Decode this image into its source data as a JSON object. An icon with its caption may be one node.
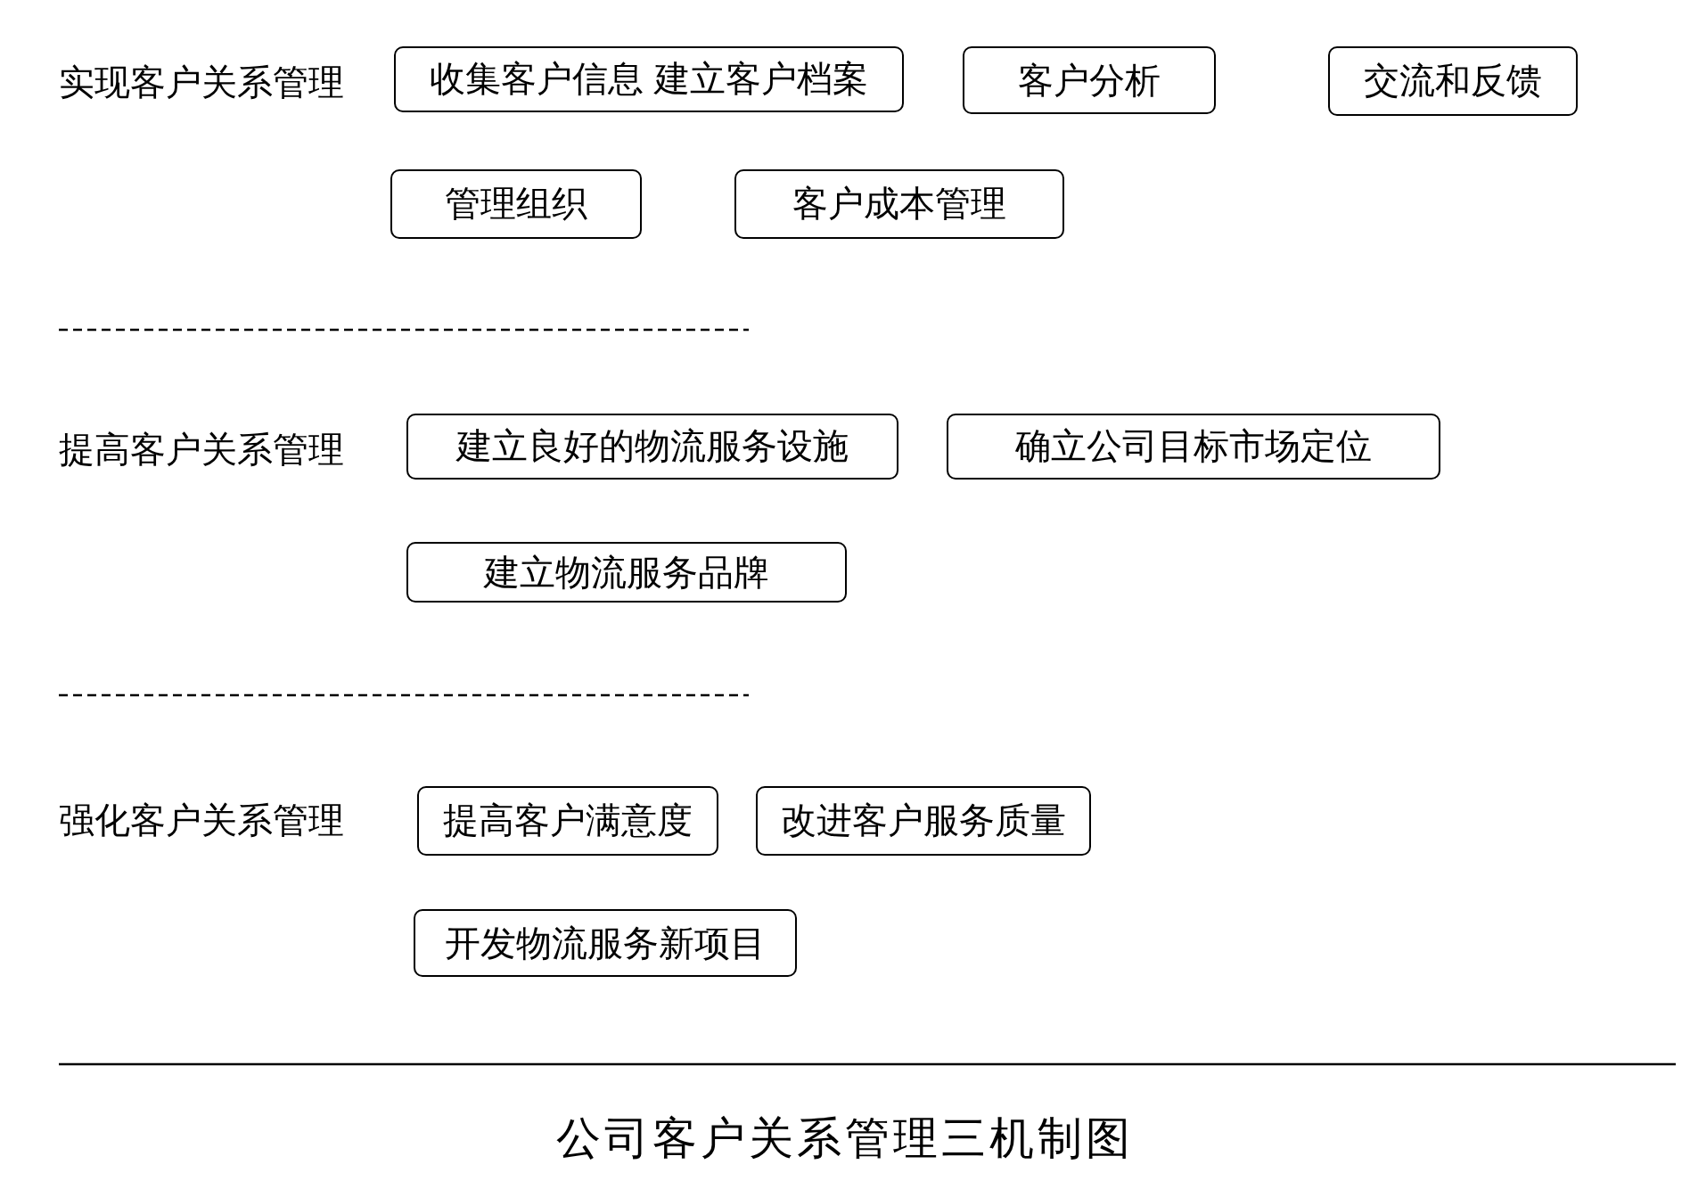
{
  "diagram": {
    "caption": "公司客户关系管理三机制图",
    "nodes": [
      {
        "text": [
          "收集客户信息 建立客户档案"
        ]
      },
      {
        "text": [
          "客户分析"
        ]
      },
      {
        "text": [
          "交流和反馈"
        ]
      },
      {
        "text": [
          "管理组织"
        ]
      },
      {
        "text": [
          "客户成本管理"
        ]
      },
      {
        "text": [
          "建立良好的物流服务设施"
        ]
      },
      {
        "text": [
          "确立公司目标市场定位"
        ]
      },
      {
        "text": [
          "建立物流服务品牌"
        ]
      },
      {
        "text": [
          "提高客户满意度"
        ]
      },
      {
        "text": [
          "改进客户服务质量"
        ]
      },
      {
        "text": [
          "开发物流服务新项目"
        ]
      }
    ],
    "labels": [
      "实现客户关系管理",
      "提高客户关系管理",
      "强化客户关系管理"
    ]
  }
}
